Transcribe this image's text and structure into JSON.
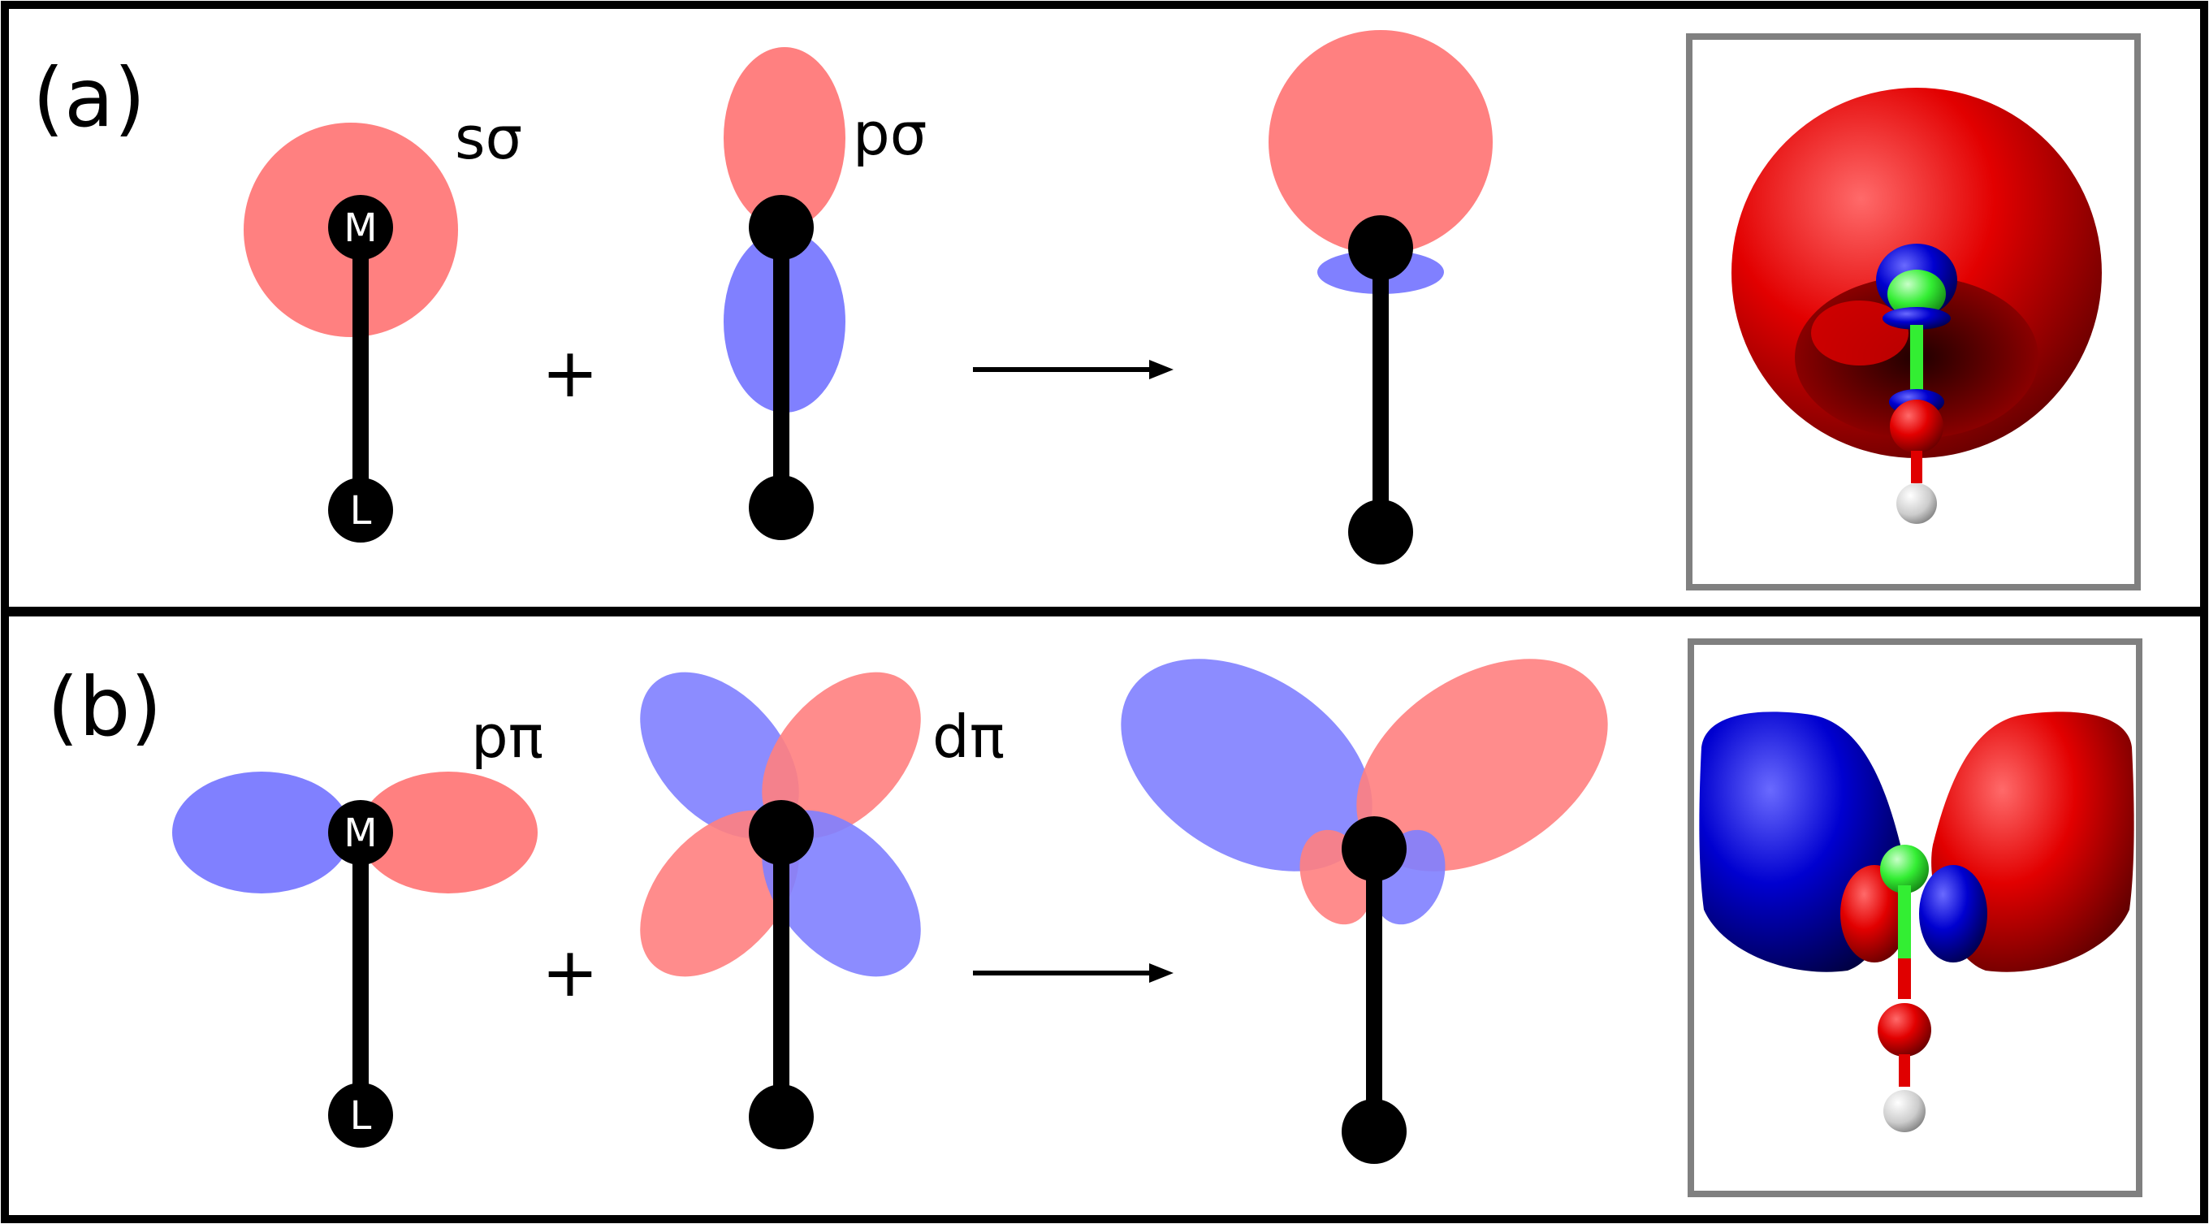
{
  "colors": {
    "positive_lobe": "#ff8080",
    "negative_lobe": "#8080ff",
    "bond": "#000000",
    "frame": "#000000",
    "inset_frame": "#808080",
    "render_red": "#e00000",
    "render_blue": "#0000cc",
    "render_green": "#33ee33",
    "render_white": "#dddddd"
  },
  "panel_a": {
    "label": "(a)",
    "orbital_1": "sσ",
    "orbital_2": "pσ",
    "operator": "+",
    "metal_atom": "M",
    "ligand_atom": "L"
  },
  "panel_b": {
    "label": "(b)",
    "orbital_1": "pπ",
    "orbital_2": "dπ",
    "operator": "+",
    "metal_atom": "M",
    "ligand_atom": "L"
  }
}
